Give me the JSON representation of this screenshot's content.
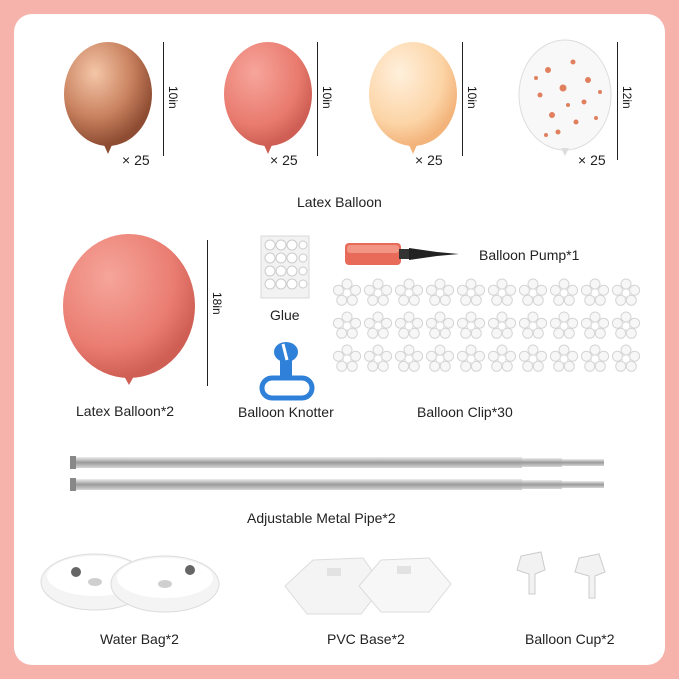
{
  "balloons_row": [
    {
      "size": "10in",
      "qty": "× 25",
      "color": "#c9825f"
    },
    {
      "size": "10in",
      "qty": "× 25",
      "color": "#e97b6f"
    },
    {
      "size": "10in",
      "qty": "× 25",
      "color": "#fcd4a6"
    },
    {
      "size": "12in",
      "qty": "× 25",
      "color": "#ffffff"
    }
  ],
  "latex_balloon_label": "Latex Balloon",
  "big_balloon": {
    "size": "18in",
    "label": "Latex Balloon*2",
    "color": "#ea7d72"
  },
  "glue_label": "Glue",
  "knotter_label": "Balloon Knotter",
  "pump_label": "Balloon Pump*1",
  "clip_label": "Balloon Clip*30",
  "pipe_label": "Adjustable Metal Pipe*2",
  "water_bag_label": "Water Bag*2",
  "pvc_base_label": "PVC Base*2",
  "cup_label": "Balloon Cup*2",
  "colors": {
    "background": "#f6b3ac",
    "card": "#ffffff",
    "metal": "#b9b9b9"
  }
}
